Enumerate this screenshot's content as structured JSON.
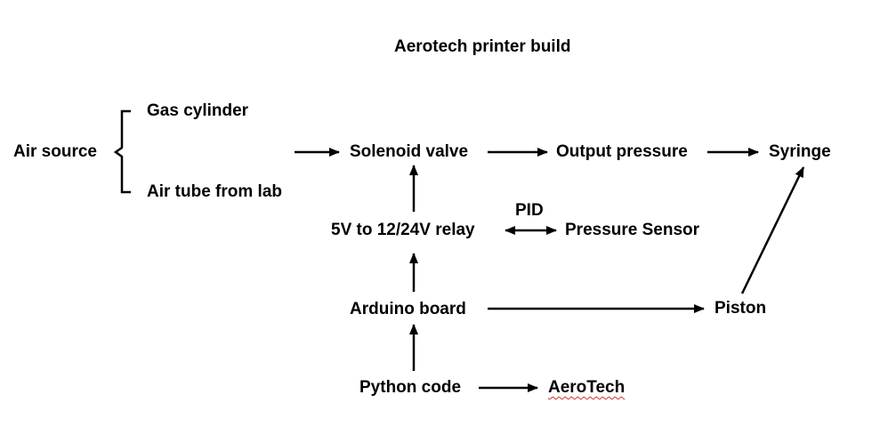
{
  "title": "Aerotech printer build",
  "nodes": {
    "air_source": "Air source",
    "gas_cylinder": "Gas cylinder",
    "air_tube": "Air tube from lab",
    "solenoid_valve": "Solenoid valve",
    "output_pressure": "Output pressure",
    "syringe": "Syringe",
    "relay": "5V to 12/24V relay",
    "pid": "PID",
    "pressure_sensor": "Pressure Sensor",
    "arduino": "Arduino board",
    "piston": "Piston",
    "python_code": "Python code",
    "aerotech": "AeroTech"
  },
  "colors": {
    "text": "#000000",
    "spellcheck_underline": "#d93025"
  }
}
